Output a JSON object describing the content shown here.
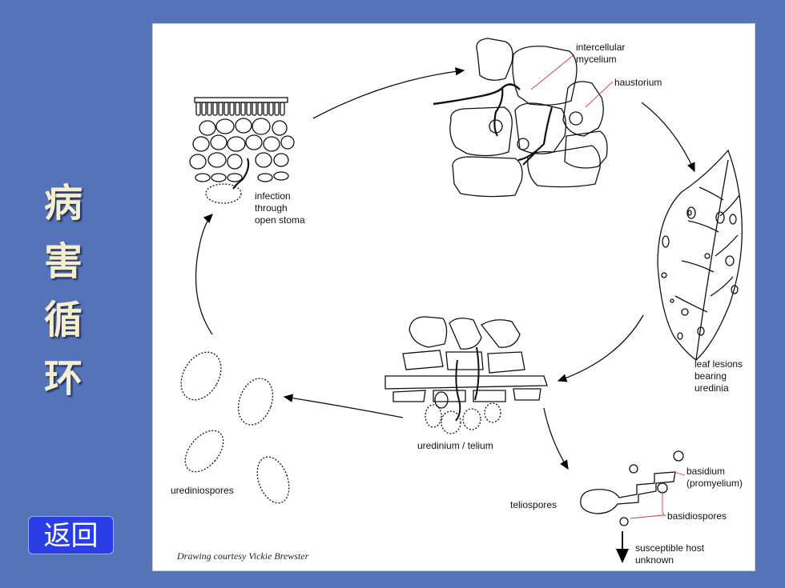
{
  "side_title": [
    "病",
    "害",
    "循",
    "环"
  ],
  "back_button": "返回",
  "labels": {
    "intercellular_mycelium": "intercellular\nmycelium",
    "haustorium": "haustorium",
    "infection": "infection\nthrough\nopen stoma",
    "leaf_lesions": "leaf lesions\nbearing\nuredinia",
    "uredinium_telium": "uredinium / telium",
    "urediniospores": "urediniospores",
    "basidium": "basidium\n(promyelium)",
    "teliospores": "teliospores",
    "basidiospores": "basidiospores",
    "susceptible_host": "susceptible host\nunknown"
  },
  "credit": "Drawing courtesy Vickie Brewster",
  "colors": {
    "background": "#5573b8",
    "title_text": "#f6efcf",
    "button": "#2a3ee6",
    "leader_line": "#d43a3a"
  }
}
